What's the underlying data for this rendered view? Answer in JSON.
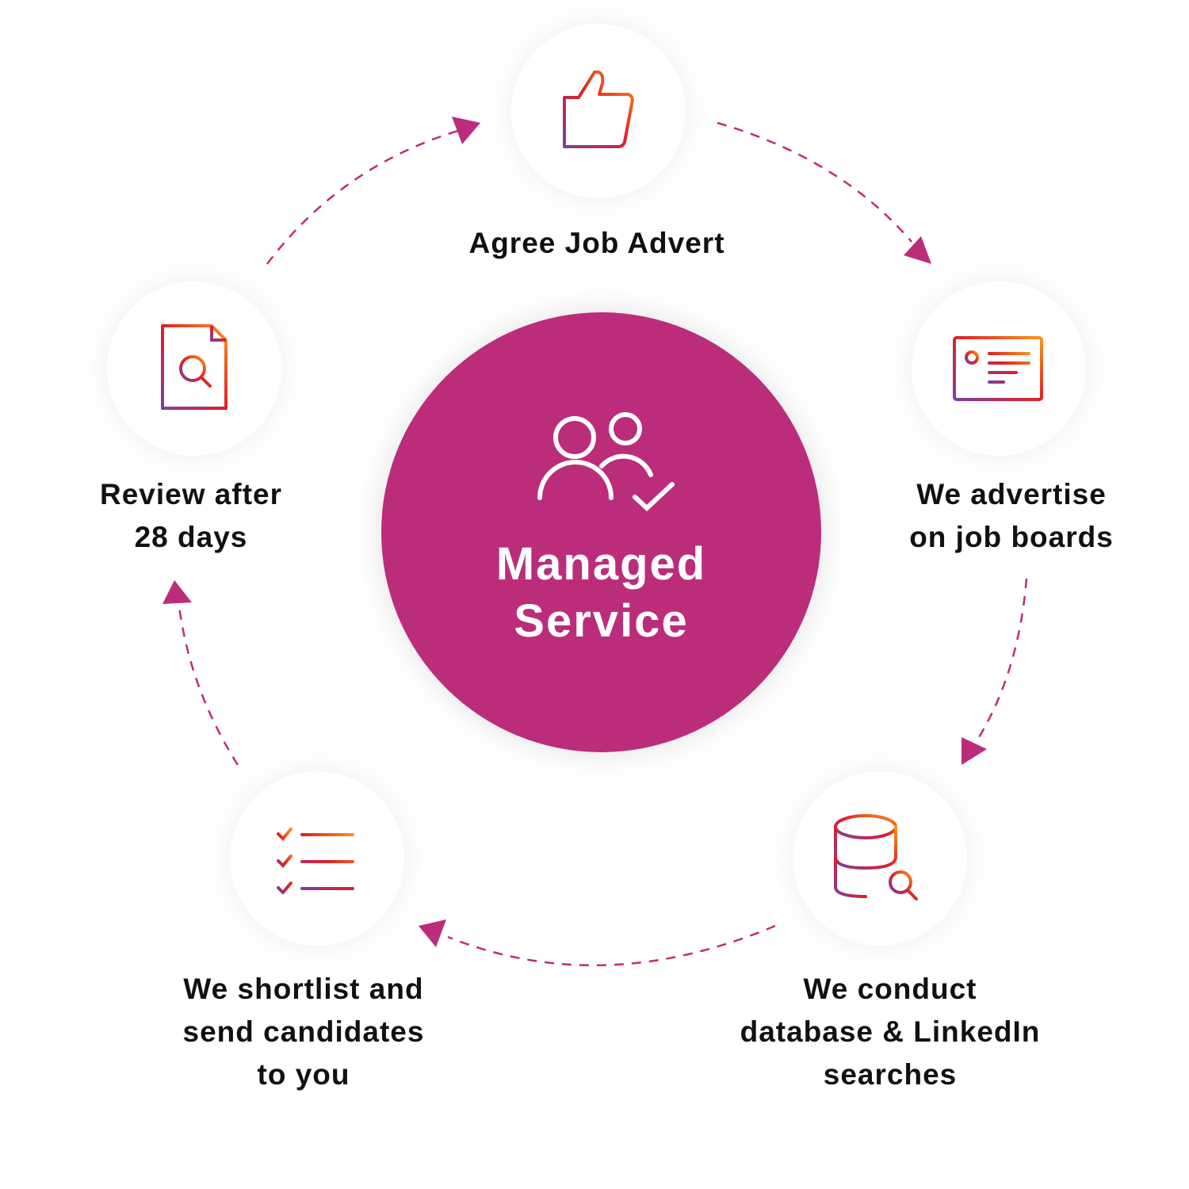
{
  "center": {
    "line1": "Managed",
    "line2": "Service",
    "icon": "users-check-icon"
  },
  "steps": [
    {
      "label_lines": [
        "Agree Job Advert"
      ],
      "icon": "thumbs-up-icon"
    },
    {
      "label_lines": [
        "We advertise",
        "on job boards"
      ],
      "icon": "job-board-card-icon"
    },
    {
      "label_lines": [
        "We conduct",
        "database & LinkedIn",
        "searches"
      ],
      "icon": "database-search-icon"
    },
    {
      "label_lines": [
        "We shortlist and",
        "send candidates",
        "to you"
      ],
      "icon": "checklist-icon"
    },
    {
      "label_lines": [
        "Review after",
        "28 days"
      ],
      "icon": "document-search-icon"
    }
  ],
  "colors": {
    "accent": "#BB2D7B",
    "grad_start": "#F7941D",
    "grad_mid": "#E31E24",
    "grad_end": "#7B3FA0"
  }
}
